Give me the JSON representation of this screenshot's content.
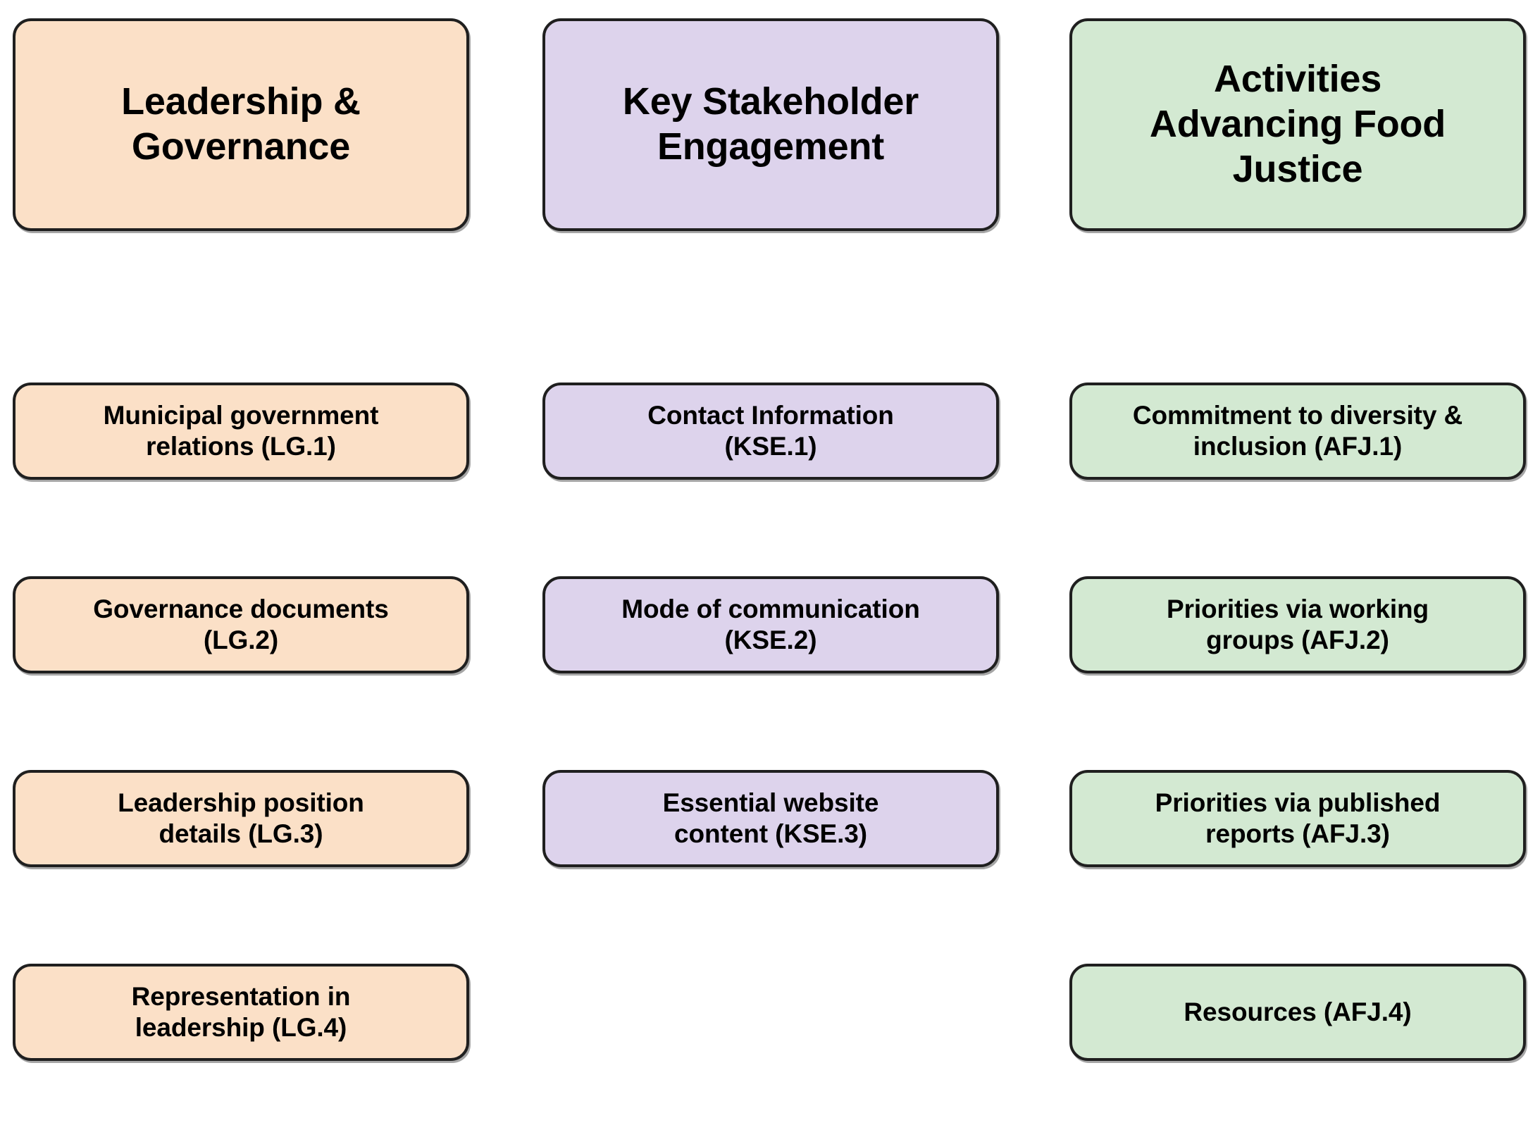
{
  "diagram": {
    "type": "three-column-framework",
    "background_color": "#ffffff",
    "border_color": "#1f1f1f",
    "columns": [
      {
        "id": "LG",
        "accent_color": "#fbe0c7",
        "header": {
          "label": "Leadership &\nGovernance",
          "name": "leadership-governance-header"
        },
        "items": [
          {
            "code": "LG.1",
            "label": "Municipal government\nrelations (LG.1)"
          },
          {
            "code": "LG.2",
            "label": "Governance documents\n(LG.2)"
          },
          {
            "code": "LG.3",
            "label": "Leadership position\ndetails (LG.3)"
          },
          {
            "code": "LG.4",
            "label": "Representation in\nleadership (LG.4)"
          }
        ]
      },
      {
        "id": "KSE",
        "accent_color": "#ddd3ec",
        "header": {
          "label": "Key Stakeholder\nEngagement",
          "name": "key-stakeholder-engagement-header"
        },
        "items": [
          {
            "code": "KSE.1",
            "label": "Contact Information\n(KSE.1)"
          },
          {
            "code": "KSE.2",
            "label": "Mode of communication\n(KSE.2)"
          },
          {
            "code": "KSE.3",
            "label": "Essential website\ncontent (KSE.3)"
          }
        ]
      },
      {
        "id": "AFJ",
        "accent_color": "#d3e9d2",
        "header": {
          "label": "Activities\nAdvancing Food\nJustice",
          "name": "activities-advancing-food-justice-header"
        },
        "items": [
          {
            "code": "AFJ.1",
            "label": "Commitment to diversity &\ninclusion (AFJ.1)"
          },
          {
            "code": "AFJ.2",
            "label": "Priorities via working\ngroups (AFJ.2)"
          },
          {
            "code": "AFJ.3",
            "label": "Priorities via published\nreports (AFJ.3)"
          },
          {
            "code": "AFJ.4",
            "label": "Resources (AFJ.4)"
          }
        ]
      }
    ]
  }
}
